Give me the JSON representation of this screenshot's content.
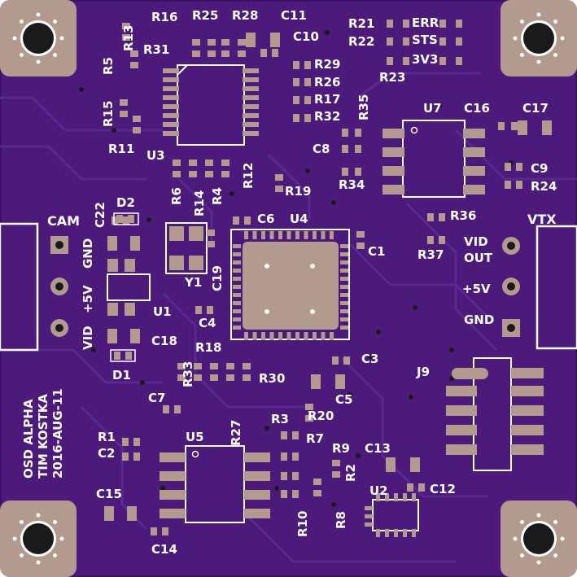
{
  "colors": {
    "board": "#4b1a7a",
    "board_edge": "#3a1163",
    "trace": "#5a2890",
    "pad": "#b39a8e",
    "pad_hole": "#1a1a1a",
    "silk": "#ffffff",
    "mount_ring": "#b39a8e"
  },
  "board": {
    "notes": [
      "OSD ALPHA",
      "TIM KOSTKA",
      "2016-AUG-11"
    ]
  },
  "connectors": {
    "cam": {
      "title": "CAM",
      "pins": [
        "GND",
        "+5V",
        "VID"
      ]
    },
    "vtx": {
      "title": "VTX",
      "pins": [
        "VID OUT",
        "+5V",
        "GND"
      ]
    },
    "leds": [
      "ERR",
      "STS",
      "3V3"
    ]
  },
  "ics": [
    "U1",
    "U2",
    "U3",
    "U4",
    "U5",
    "U7"
  ],
  "crystal": "Y1",
  "diodes": [
    "D1",
    "D2"
  ],
  "header": "J9",
  "resistors": [
    "R1",
    "R2",
    "R3",
    "R4",
    "R5",
    "R6",
    "R7",
    "R8",
    "R9",
    "R10",
    "R11",
    "R12",
    "R13",
    "R14",
    "R15",
    "R16",
    "R17",
    "R18",
    "R19",
    "R20",
    "R21",
    "R22",
    "R23",
    "R24",
    "R25",
    "R26",
    "R27",
    "R28",
    "R29",
    "R30",
    "R31",
    "R32",
    "R33",
    "R34",
    "R35",
    "R36",
    "R37"
  ],
  "capacitors": [
    "C1",
    "C2",
    "C3",
    "C4",
    "C5",
    "C6",
    "C7",
    "C8",
    "C9",
    "C10",
    "C11",
    "C12",
    "C13",
    "C14",
    "C15",
    "C16",
    "C17",
    "C18",
    "C19",
    "C22"
  ]
}
